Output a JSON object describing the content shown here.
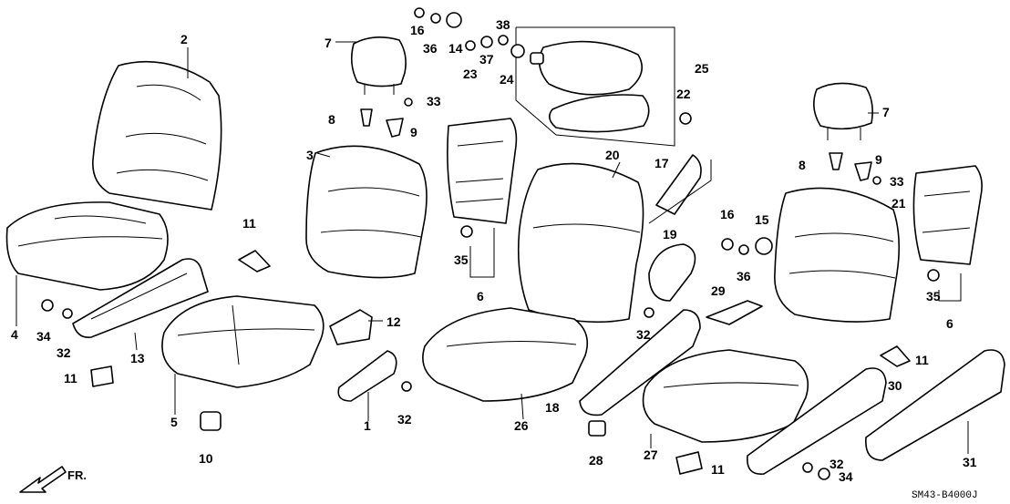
{
  "diagram": {
    "code": "SM43-B4000J",
    "direction_label": "FR."
  },
  "callouts": {
    "c1": "1",
    "c2": "2",
    "c3": "3",
    "c4": "4",
    "c5": "5",
    "c6a": "6",
    "c6b": "6",
    "c7a": "7",
    "c7b": "7",
    "c8a": "8",
    "c8b": "8",
    "c9a": "9",
    "c9b": "9",
    "c10": "10",
    "c11a": "11",
    "c11b": "11",
    "c11c": "11",
    "c11d": "11",
    "c12": "12",
    "c13": "13",
    "c14": "14",
    "c15": "15",
    "c16a": "16",
    "c16b": "16",
    "c17": "17",
    "c18": "18",
    "c19": "19",
    "c20": "20",
    "c21": "21",
    "c22": "22",
    "c23": "23",
    "c24": "24",
    "c25": "25",
    "c26": "26",
    "c27": "27",
    "c28": "28",
    "c29": "29",
    "c30": "30",
    "c31": "31",
    "c32a": "32",
    "c32b": "32",
    "c32c": "32",
    "c32d": "32",
    "c33a": "33",
    "c33b": "33",
    "c34a": "34",
    "c34b": "34",
    "c35a": "35",
    "c35b": "35",
    "c36a": "36",
    "c36b": "36",
    "c37": "37",
    "c38": "38"
  }
}
